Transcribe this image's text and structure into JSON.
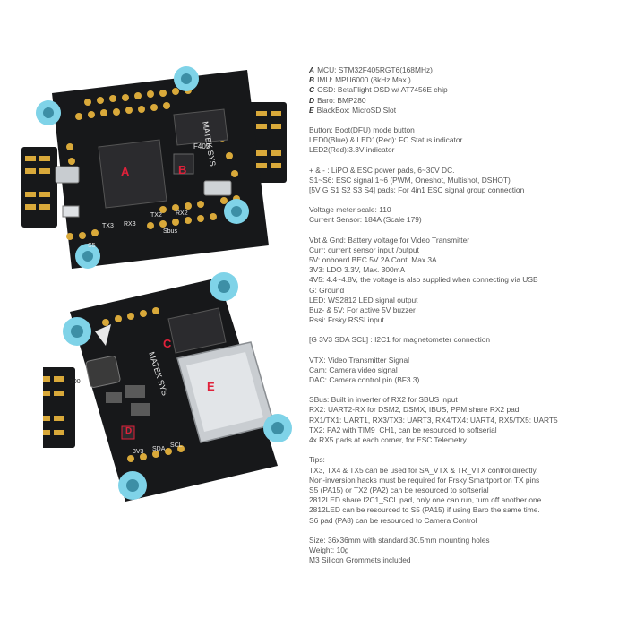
{
  "boards": {
    "top_label": "A",
    "top_label_b": "B",
    "top_label_c": "C",
    "bottom_label_d": "D",
    "bottom_label_e": "E",
    "silk_matek": "MATEK SYS",
    "silk_f405": "F405",
    "pad_tx3": "TX3",
    "pad_rx3": "RX3",
    "pad_s5": "S5",
    "pad_tx2": "TX2",
    "pad_rx2": "RX2",
    "pad_sbus": "Sbus",
    "pad_3v3": "3V3",
    "pad_sda": "SDA",
    "pad_scl": "SCL",
    "cap_value": "100"
  },
  "specs": {
    "components": [
      {
        "letter": "A",
        "text": "MCU: STM32F405RGT6(168MHz)"
      },
      {
        "letter": "B",
        "text": "IMU: MPU6000 (8kHz Max.)"
      },
      {
        "letter": "C",
        "text": "OSD: BetaFlight OSD w/ AT7456E chip"
      },
      {
        "letter": "D",
        "text": "Baro: BMP280"
      },
      {
        "letter": "E",
        "text": "BlackBox: MicroSD Slot"
      }
    ],
    "groups": [
      [
        "Button: Boot(DFU) mode button",
        "LED0(Blue) & LED1(Red): FC Status indicator",
        "LED2(Red):3.3V indicator"
      ],
      [
        "+ & - : LiPO & ESC power pads, 6~30V DC.",
        "S1~S6: ESC signal 1~6 (PWM, Oneshot, Multishot, DSHOT)",
        "[5V G S1 S2 S3 S4] pads: For 4in1 ESC signal group connection"
      ],
      [
        "Voltage meter scale: 110",
        "Current Sensor: 184A (Scale 179)"
      ],
      [
        "Vbt & Gnd: Battery voltage for Video Transmitter",
        "Curr: current sensor input /output",
        "5V: onboard BEC 5V 2A Cont. Max.3A",
        "3V3: LDO 3.3V, Max. 300mA",
        "4V5: 4.4~4.8V, the voltage is also supplied when connecting via USB",
        "G: Ground",
        "LED: WS2812 LED signal output",
        "Buz- & 5V: For active 5V buzzer",
        "Rssi: Frsky RSSI input"
      ],
      [
        "[G 3V3 SDA SCL] : I2C1 for magnetometer connection"
      ],
      [
        "VTX: Video Transmitter Signal",
        "Cam: Camera video signal",
        "DAC: Camera control pin (BF3.3)"
      ],
      [
        "SBus: Built in inverter of RX2 for SBUS input",
        "RX2: UART2-RX for DSM2, DSMX, IBUS,  PPM share RX2 pad",
        "RX1/TX1: UART1,  RX3/TX3: UART3,  RX4/TX4: UART4,  RX5/TX5: UART5",
        "TX2: PA2 with TIM9_CH1, can be resourced to softserial",
        "4x RX5 pads at each corner, for ESC Telemetry"
      ],
      [
        "Tips:",
        "TX3, TX4 & TX5 can be used for SA_VTX & TR_VTX control directly.",
        "Non-inversion hacks must be required for Frsky Smartport on TX pins",
        "S5 (PA15) or TX2 (PA2) can be resourced to softserial",
        "2812LED share I2C1_SCL pad,  only one can run, turn off another one.",
        "2812LED can be resourced to S5 (PA15) if using Baro the same time.",
        "S6 pad (PA8) can be resourced to Camera Control"
      ],
      [
        "Size: 36x36mm with standard 30.5mm mounting holes",
        "Weight: 10g",
        "M3 Silicon Grommets included"
      ]
    ]
  },
  "colors": {
    "pcb": "#17181a",
    "grommet": "#7fd3e8",
    "gold": "#d9a93a",
    "label_red": "#e0213a",
    "text": "#555555"
  }
}
